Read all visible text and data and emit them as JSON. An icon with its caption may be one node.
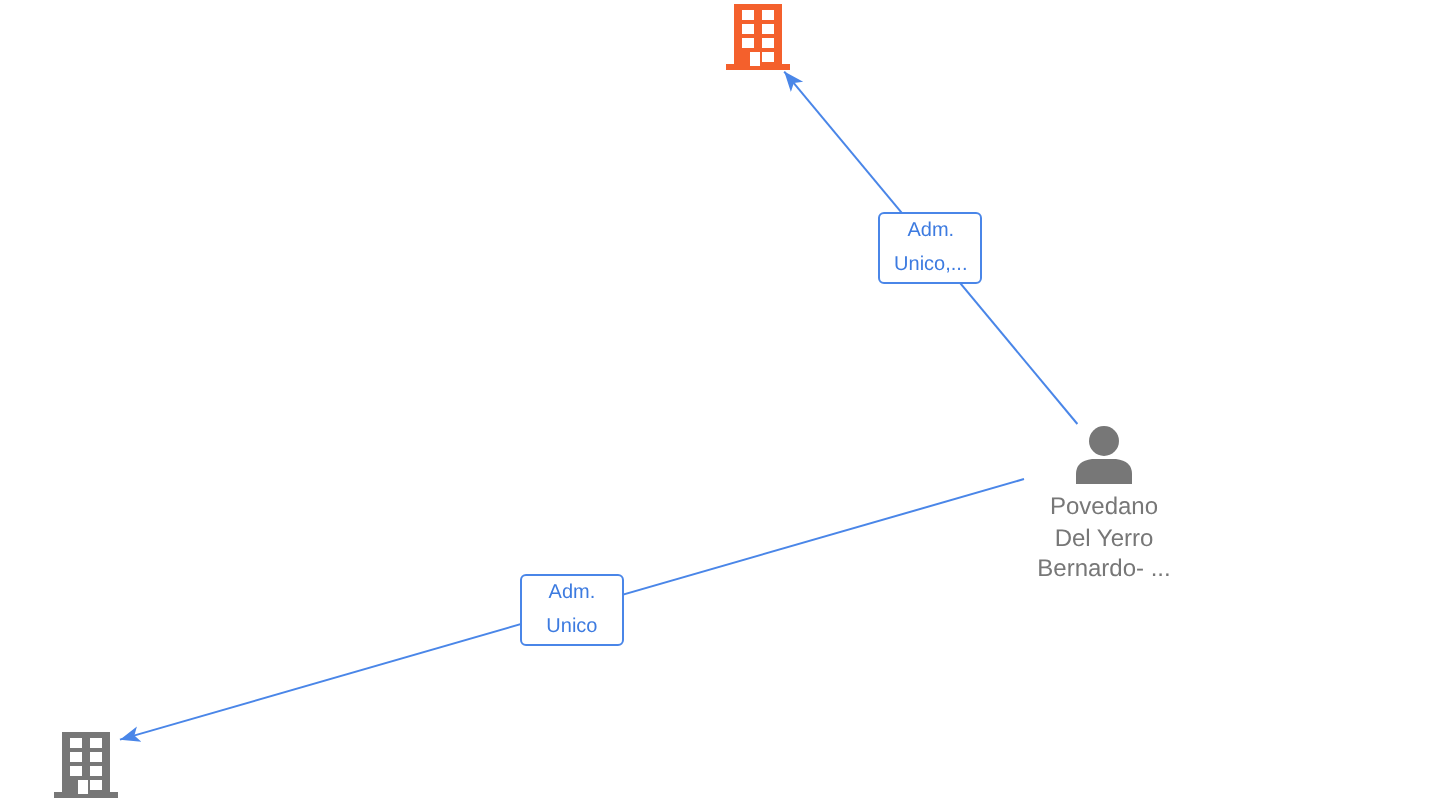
{
  "diagram": {
    "nodes": [
      {
        "text": [],
        "shape": "building"
      },
      {
        "text": [
          "Povedano Del Yerro Bernardo- ..."
        ]
      },
      {
        "text": [],
        "shape": "building"
      }
    ],
    "edges": [
      {
        "from": 1,
        "to": 0,
        "arrow": "to",
        "label": "Adm. Unico,..."
      },
      {
        "from": 1,
        "to": 2,
        "arrow": "to",
        "label": "Adm. Unico"
      }
    ]
  }
}
